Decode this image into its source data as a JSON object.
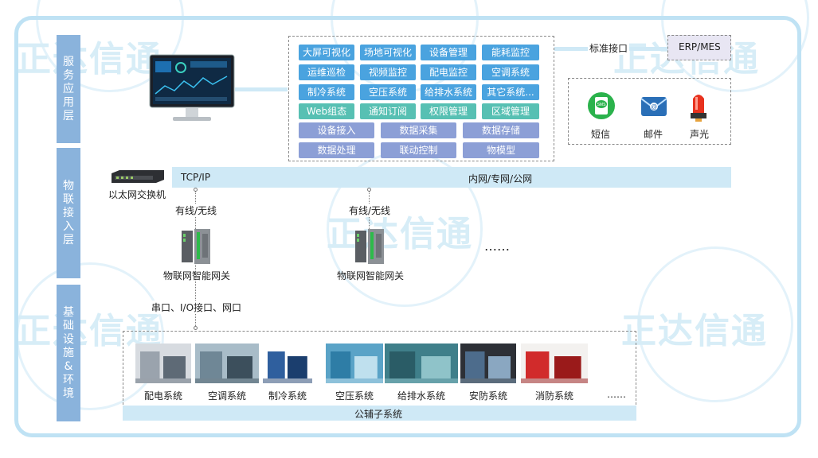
{
  "colors": {
    "layer": "#8ab3dc",
    "blue_btn": "#4aa3df",
    "teal_btn": "#57c0b3",
    "purple_btn": "#8c9fd6",
    "bar": "#cfe9f6"
  },
  "watermark": "正达信通",
  "layers": [
    "服务应用层",
    "物联接入层",
    "基础设施&环境"
  ],
  "monitor_icon": "monitor-dashboard-icon",
  "app_modules": [
    [
      "大屏可视化",
      "场地可视化",
      "设备管理",
      "能耗监控"
    ],
    [
      "运维巡检",
      "视频监控",
      "配电监控",
      "空调系统"
    ],
    [
      "制冷系统",
      "空压系统",
      "给排水系统",
      "其它系统..."
    ],
    [
      "Web组态",
      "通知订阅",
      "权限管理",
      "区域管理"
    ]
  ],
  "platform_modules": [
    [
      "设备接入",
      "数据采集",
      "数据存储"
    ],
    [
      "数据处理",
      "联动控制",
      "物模型"
    ]
  ],
  "interface": {
    "label": "标准接口",
    "target": "ERP/MES"
  },
  "alerts": [
    {
      "label": "短信",
      "icon": "sms-icon"
    },
    {
      "label": "邮件",
      "icon": "email-icon"
    },
    {
      "label": "声光",
      "icon": "alarm-light-icon"
    }
  ],
  "switch_label": "以太网交换机",
  "network": {
    "left": "TCP/IP",
    "center": "内网/专网/公网"
  },
  "wired": "有线/无线",
  "gateway_label": "物联网智能网关",
  "ellipsis": "……",
  "interfaces_label": "串口、I/O接口、网口",
  "subsystems": [
    "配电系统",
    "空调系统",
    "制冷系统",
    "空压系统",
    "给排水系统",
    "安防系统",
    "消防系统"
  ],
  "sub_ellipsis": "……",
  "bottom_bar": "公辅子系统"
}
